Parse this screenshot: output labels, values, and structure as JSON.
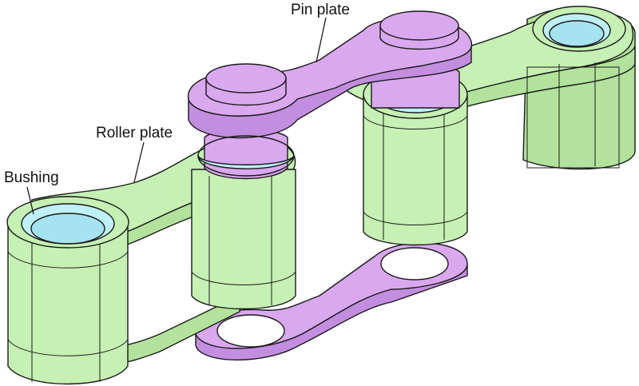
{
  "labels": {
    "pin_plate": "Pin plate",
    "roller_plate": "Roller plate",
    "bushing": "Bushing"
  },
  "colors": {
    "roller_plate": "#c6f0b4",
    "roller_plate_side": "#b2e29c",
    "pin_plate": "#d9a8ef",
    "pin_plate_side": "#c48ee0",
    "bushing": "#bff0f6",
    "bushing_inner": "#a6e3f0",
    "outline": "#1a1a1a"
  }
}
